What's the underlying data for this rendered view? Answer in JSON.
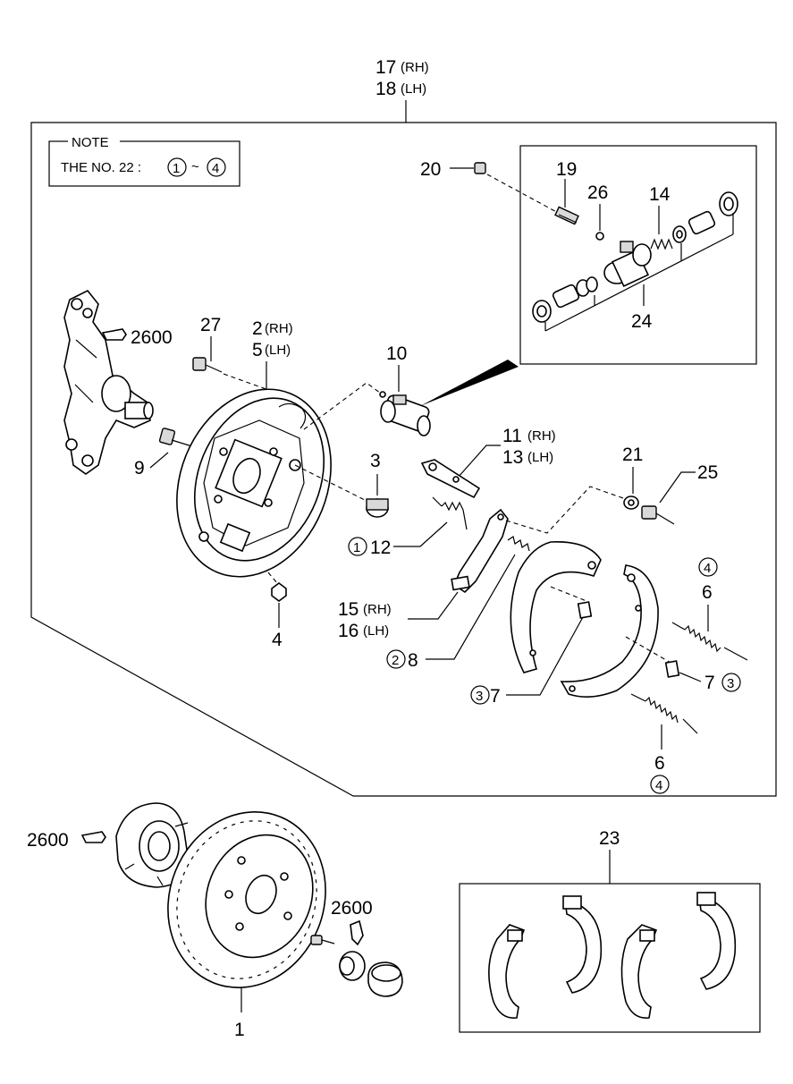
{
  "note": {
    "heading": "NOTE",
    "text_prefix": "THE NO. 22 :",
    "circle_start": "1",
    "tilde": "~",
    "circle_end": "4"
  },
  "labels": {
    "l17": "17",
    "l17s": "(RH)",
    "l18": "18",
    "l18s": "(LH)",
    "l20": "20",
    "l19": "19",
    "l26": "26",
    "l14": "14",
    "l24": "24",
    "l2600a": "2600",
    "l27": "27",
    "l2": "2",
    "l2s": "(RH)",
    "l5": "5",
    "l5s": "(LH)",
    "l10": "10",
    "l11": "11",
    "l11s": "(RH)",
    "l13": "13",
    "l13s": "(LH)",
    "l9": "9",
    "l3": "3",
    "l21": "21",
    "l25": "25",
    "c12": "1",
    "l12": "12",
    "l15": "15",
    "l15s": "(RH)",
    "l16": "16",
    "l16s": "(LH)",
    "c6a": "4",
    "l6a": "6",
    "l4": "4",
    "c8": "2",
    "l8": "8",
    "l7r": "7",
    "c7r": "3",
    "c7": "3",
    "l7": "7",
    "l6b": "6",
    "c6b": "4",
    "l2600b": "2600",
    "l23": "23",
    "l2600c": "2600",
    "l1": "1"
  }
}
